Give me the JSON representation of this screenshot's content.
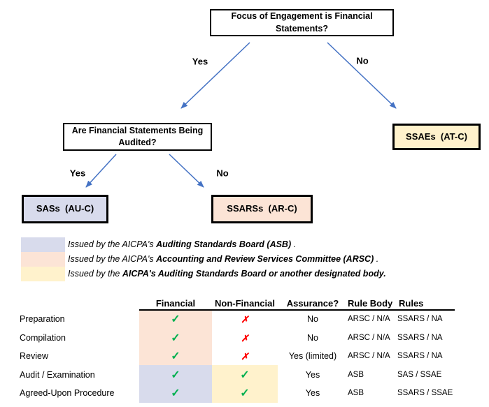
{
  "colors": {
    "arrow": "#4472C4",
    "blue_fill": "#D8DBEC",
    "pink_fill": "#FCE4D6",
    "yellow_fill": "#FFF2CC",
    "check_green": "#00B050",
    "x_red": "#FF0000"
  },
  "flowchart": {
    "root": {
      "label": "Focus of Engagement is Financial Statements?"
    },
    "audited": {
      "label": "Are Financial Statements Being Audited?"
    },
    "ssaes": {
      "label": "SSAEs  (AT-C)"
    },
    "sass": {
      "label": "SASs  (AU-C)"
    },
    "ssarss": {
      "label": "SSARSs  (AR-C)"
    },
    "branches": {
      "root_yes": "Yes",
      "root_no": "No",
      "audited_yes": "Yes",
      "audited_no": "No"
    }
  },
  "legend": [
    {
      "color": "#D8DBEC",
      "prefix": "Issued by the AICPA's ",
      "bold": "Auditing Standards Board (ASB)",
      "suffix": " ."
    },
    {
      "color": "#FCE4D6",
      "prefix": "Issued by the AICPA's ",
      "bold": "Accounting and Review Services Committee (ARSC)",
      "suffix": " ."
    },
    {
      "color": "#FFF2CC",
      "prefix": "Issued by the ",
      "bold": "AICPA's Auditing Standards Board or another designated body.",
      "suffix": ""
    }
  ],
  "table": {
    "headers": [
      "Financial",
      "Non-Financial",
      "Assurance?",
      "Rule Body",
      "Rules"
    ],
    "rows": [
      {
        "label": "Preparation",
        "financial": "✓",
        "non_financial": "✗",
        "assurance": "No",
        "rule_body": "ARSC / N/A",
        "rules": "SSARS / NA"
      },
      {
        "label": "Compilation",
        "financial": "✓",
        "non_financial": "✗",
        "assurance": "No",
        "rule_body": "ARSC / N/A",
        "rules": "SSARS / NA"
      },
      {
        "label": "Review",
        "financial": "✓",
        "non_financial": "✗",
        "assurance": "Yes (limited)",
        "rule_body": "ARSC / N/A",
        "rules": "SSARS / NA"
      },
      {
        "label": "Audit / Examination",
        "financial": "✓",
        "non_financial": "✓",
        "assurance": "Yes",
        "rule_body": "ASB",
        "rules": "SAS / SSAE"
      },
      {
        "label": "Agreed-Upon Procedure",
        "financial": "✓",
        "non_financial": "✓",
        "assurance": "Yes",
        "rule_body": "ASB",
        "rules": "SSARS / SSAE"
      }
    ]
  }
}
